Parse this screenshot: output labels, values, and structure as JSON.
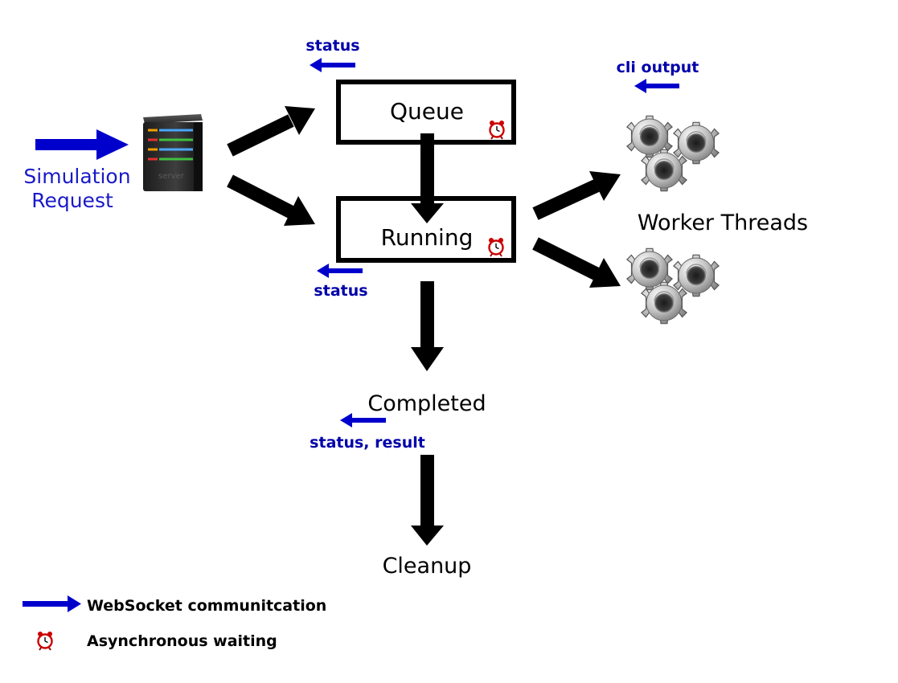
{
  "request_label": [
    "Simulation",
    "Request"
  ],
  "states": {
    "queue": "Queue",
    "running": "Running",
    "completed": "Completed",
    "cleanup": "Cleanup"
  },
  "workers_label": "Worker Threads",
  "server_label": "server",
  "messages": {
    "queue_status": "status",
    "running_status": "status",
    "completed_status": "status, result",
    "cli_output": "cli output"
  },
  "legend": {
    "websocket": "WebSocket communitcation",
    "async": "Asynchronous waiting"
  },
  "colors": {
    "websocket_arrow": "#0000cc",
    "flow_arrow": "#000000",
    "message_text": "#0000aa",
    "request_text": "#1a1ac8",
    "alarm_clock": "#cc0000"
  },
  "icons": {
    "server": "server-icon",
    "gears": "gears-icon",
    "clock": "alarm-clock-icon"
  }
}
